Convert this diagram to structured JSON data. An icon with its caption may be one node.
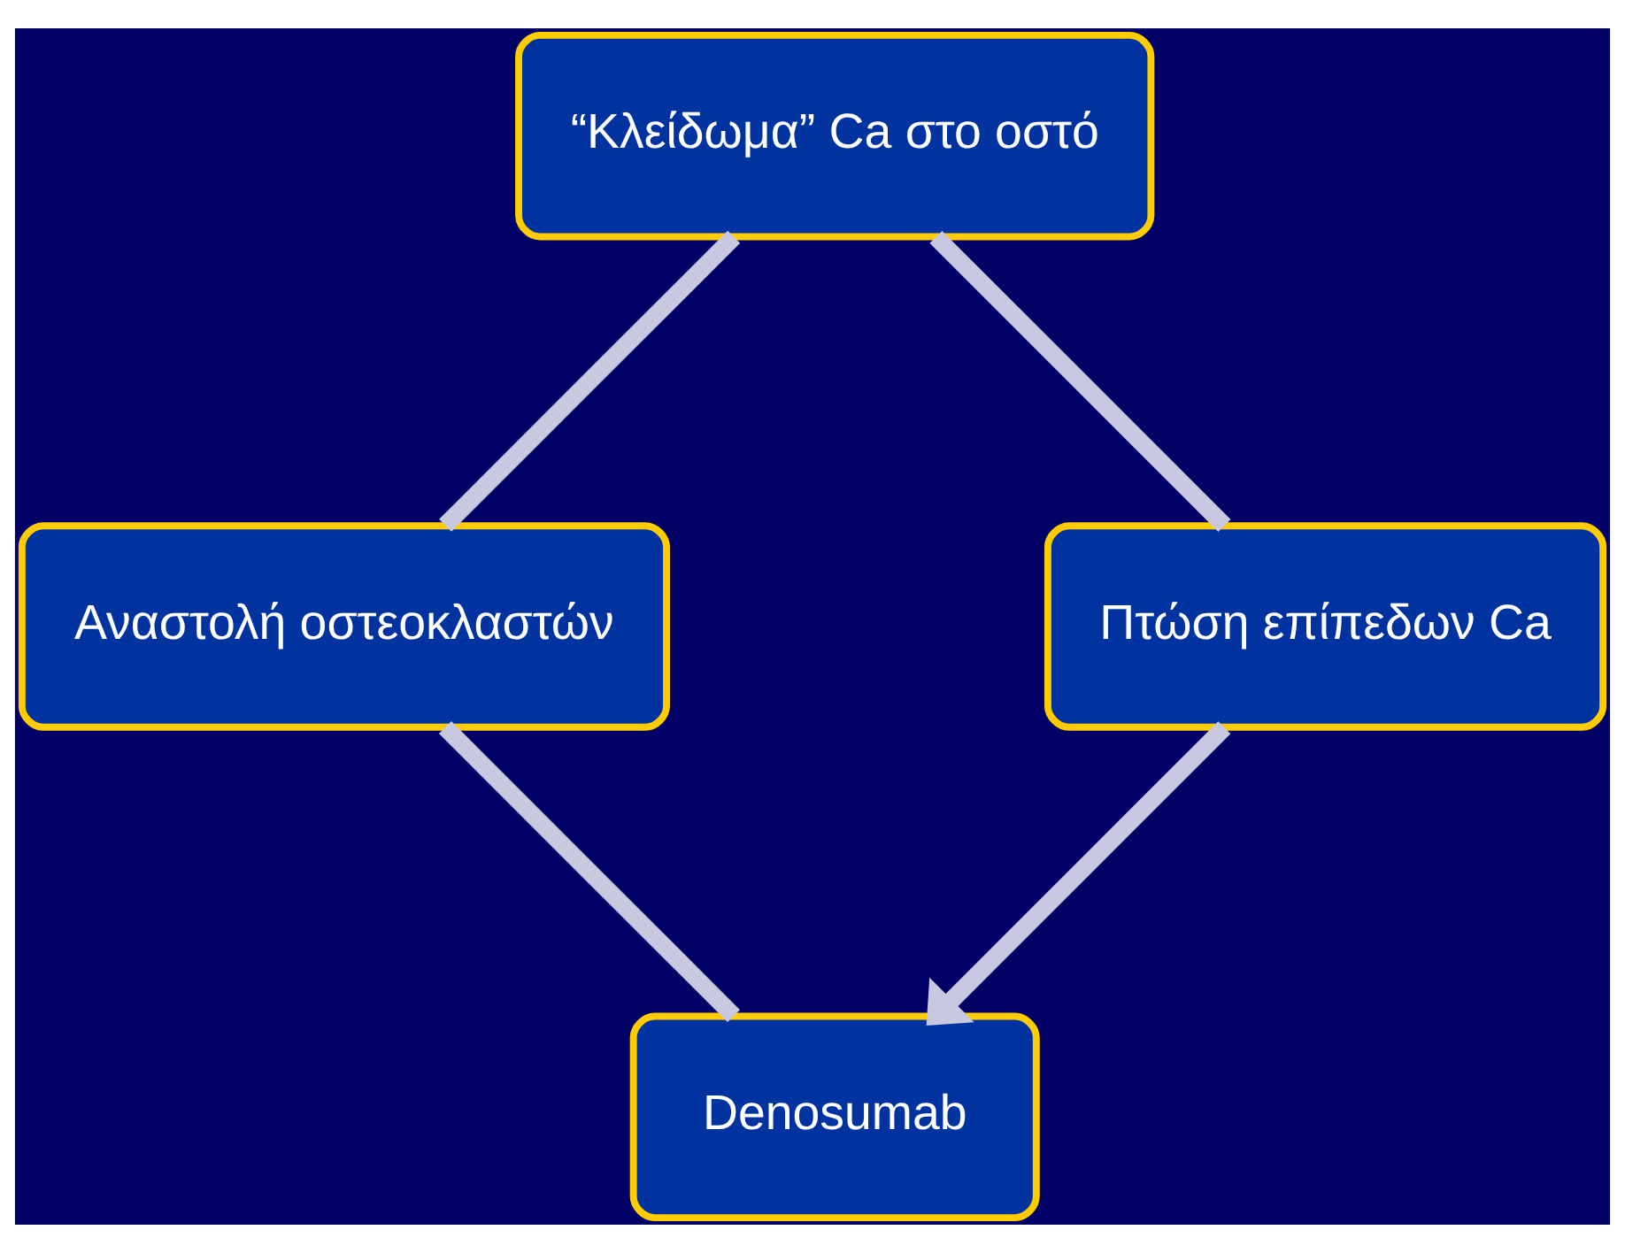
{
  "diagram": {
    "nodes": [
      {
        "text": [
          "Denosumab"
        ]
      },
      {
        "text": [
          "Αναστολή οστεοκλαστών"
        ]
      },
      {
        "text": [
          "“Κλείδωμα” Ca στο οστό"
        ]
      },
      {
        "text": [
          "Πτώση επίπεδων Ca"
        ]
      }
    ],
    "edges": [
      {
        "from": 0,
        "to": 1,
        "arrow": "none"
      },
      {
        "from": 1,
        "to": 2,
        "arrow": "none"
      },
      {
        "from": 2,
        "to": 3,
        "arrow": "none"
      },
      {
        "from": 3,
        "to": 0,
        "arrow": "to"
      }
    ]
  }
}
